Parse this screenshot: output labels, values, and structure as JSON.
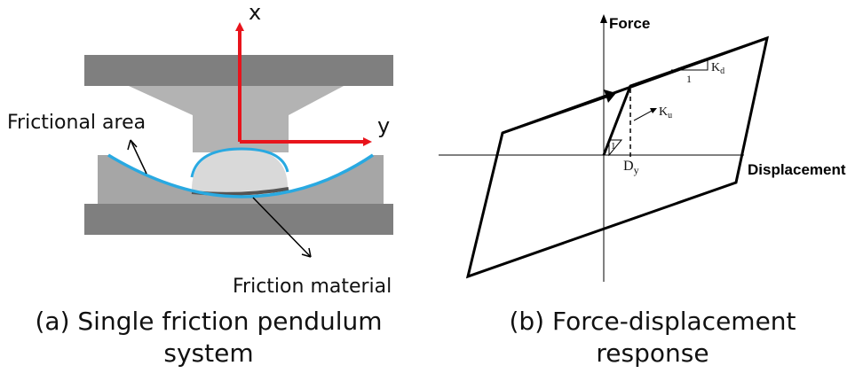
{
  "panel_a": {
    "axis_x_label": "x",
    "axis_y_label": "y",
    "frictional_area_label": "Frictional area",
    "friction_material_label": "Friction material",
    "caption_line1": "(a) Single friction pendulum",
    "caption_line2": "system",
    "colors": {
      "plate": "#7f7f7f",
      "housing": "#a6a6a6",
      "slider": "#d9d9d9",
      "surface": "#29a9e1",
      "axis": "#e8141c"
    }
  },
  "panel_b": {
    "force_label": "Force",
    "displacement_label": "Displacement",
    "dy_label": "D",
    "dy_sub": "y",
    "kd_label": "K",
    "kd_sub": "d",
    "ku_label": "K",
    "ku_sub": "u",
    "kd_slope_unit": "1",
    "ku_slope_unit": "1",
    "caption_line1": "(b) Force-displacement",
    "caption_line2": "response"
  }
}
